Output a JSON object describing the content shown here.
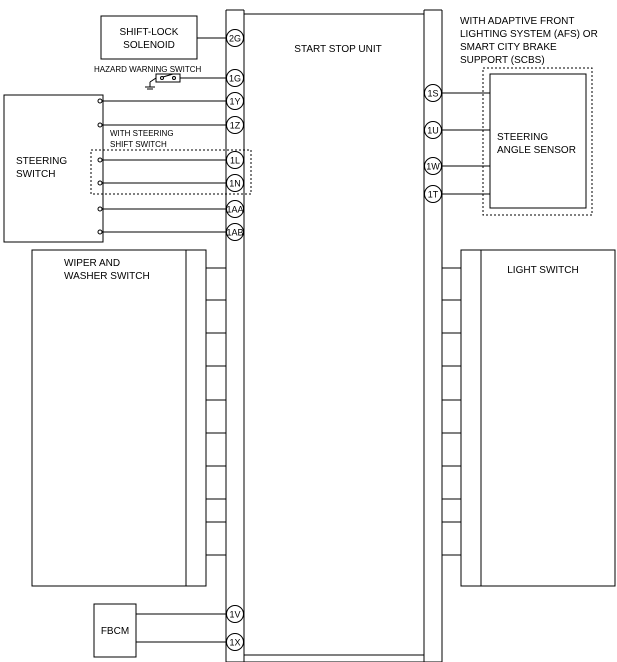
{
  "central_unit": {
    "title": "START STOP UNIT"
  },
  "shift_lock": {
    "line1": "SHIFT-LOCK",
    "line2": "SOLENOID"
  },
  "hazard": {
    "label": "HAZARD WARNING SWITCH"
  },
  "steering_switch": {
    "line1": "STEERING",
    "line2": "SWITCH"
  },
  "steering_shift": {
    "line1": "WITH STEERING",
    "line2": "SHIFT SWITCH"
  },
  "wiper": {
    "line1": "WIPER AND",
    "line2": "WASHER SWITCH"
  },
  "light_switch": {
    "label": "LIGHT SWITCH"
  },
  "afs_note": {
    "line1": "WITH ADAPTIVE FRONT",
    "line2": "LIGHTING SYSTEM (AFS) OR",
    "line3": "SMART CITY BRAKE",
    "line4": "SUPPORT (SCBS)"
  },
  "steering_angle": {
    "line1": "STEERING",
    "line2": "ANGLE SENSOR"
  },
  "fbcm": {
    "label": "FBCM"
  },
  "pins": {
    "p2G": "2G",
    "p1G": "1G",
    "p1Y": "1Y",
    "p1Z": "1Z",
    "p1L": "1L",
    "p1N": "1N",
    "p1AA": "1AA",
    "p1AB": "1AB",
    "p1V": "1V",
    "p1X": "1X",
    "p1S": "1S",
    "p1U": "1U",
    "p1W": "1W",
    "p1T": "1T"
  }
}
